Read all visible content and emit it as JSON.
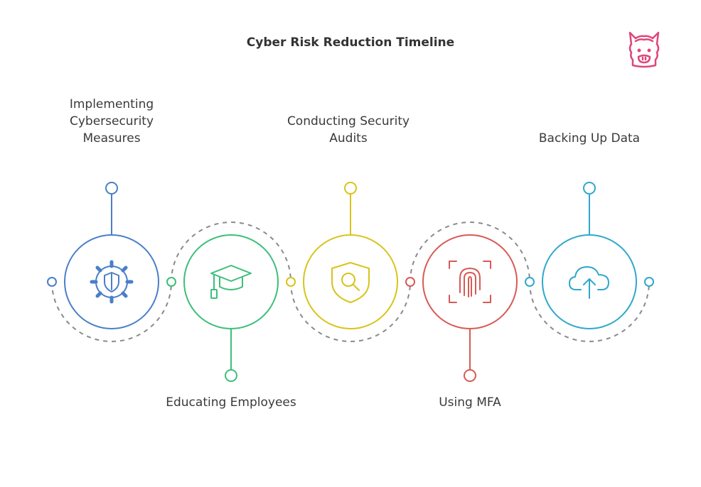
{
  "title": "Cyber Risk Reduction Timeline",
  "steps": [
    {
      "label": "Implementing\nCybersecurity\nMeasures",
      "icon": "shield-gear-icon",
      "color": "#4a7fc8"
    },
    {
      "label": "Educating Employees",
      "icon": "graduation-cap-icon",
      "color": "#3cbf7a"
    },
    {
      "label": "Conducting Security\nAudits",
      "icon": "shield-search-icon",
      "color": "#d8c41c"
    },
    {
      "label": "Using MFA",
      "icon": "fingerprint-icon",
      "color": "#d75a55"
    },
    {
      "label": "Backing Up Data",
      "icon": "cloud-upload-icon",
      "color": "#2fa8cc"
    }
  ],
  "logo": {
    "icon": "llama-logo-icon",
    "color": "#e0457b"
  },
  "connector_color": "#8a8a8a"
}
